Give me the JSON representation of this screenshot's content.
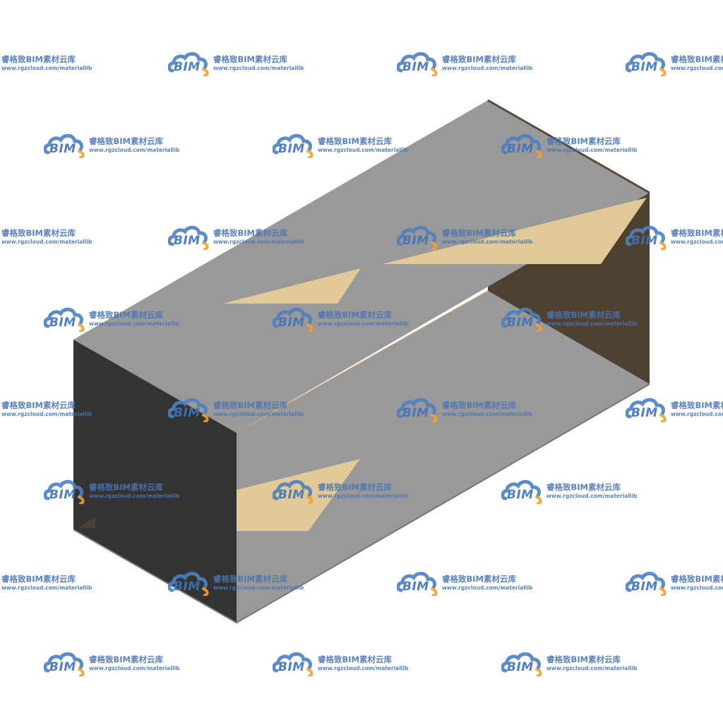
{
  "watermark": {
    "brand": "BIM",
    "title": "睿格致BIM素材云库",
    "url": "www.rgzcloud.com/materiallib",
    "icon": "cloud-icon",
    "colors": {
      "cloud_blue": "#4f80c0",
      "cloud_orange": "#f0a030",
      "text_blue": "#4a76b3"
    }
  },
  "model": {
    "icon": "rectangular-duct-3d",
    "colors": {
      "top_face": "#999999",
      "right_face": "#999999",
      "left_end_face": "#333333",
      "far_end_face": "#4f4132",
      "accent_panel": "#e1c998",
      "outline": "#5c4a3a"
    }
  }
}
